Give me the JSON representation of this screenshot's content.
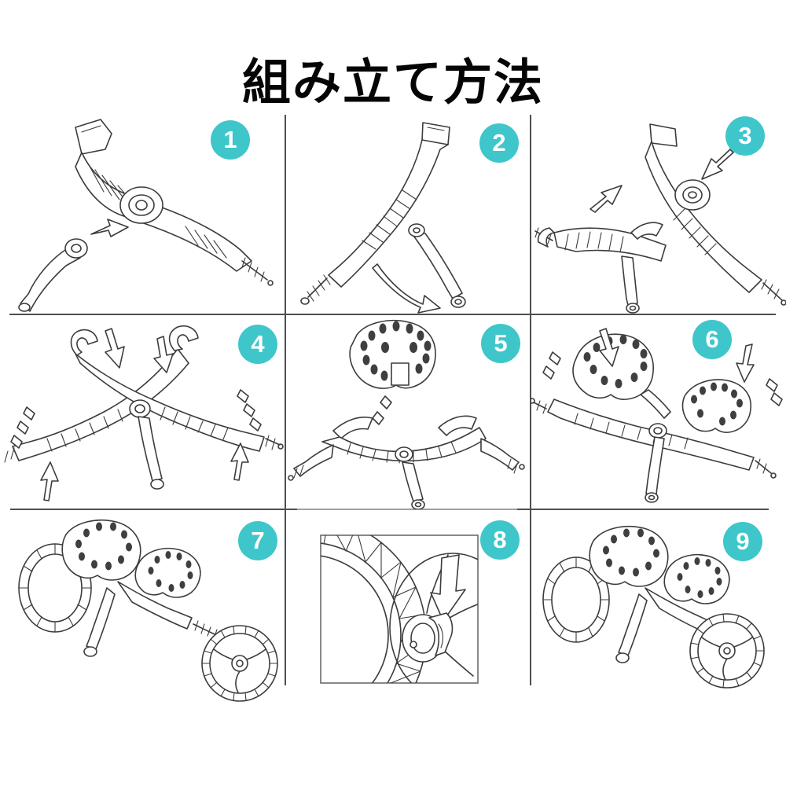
{
  "title": "組み立て方法",
  "colors": {
    "background": "#ffffff",
    "title_text": "#050505",
    "step_badge": "#3ec6cb",
    "step_badge_text": "#ffffff",
    "grid_line_dark": "#4f4f4f",
    "grid_line_light": "#a0a0a0",
    "line_art": "#3c3c3c"
  },
  "steps": [
    {
      "number": "1",
      "illustration": "frame-arm-and-leg-insert"
    },
    {
      "number": "2",
      "illustration": "frame-arm-kickstand-unfold"
    },
    {
      "number": "3",
      "illustration": "join-two-frame-arms"
    },
    {
      "number": "4",
      "illustration": "cross-frames-snap-together"
    },
    {
      "number": "5",
      "illustration": "attach-first-pad-to-cradle"
    },
    {
      "number": "6",
      "illustration": "both-pads-attached"
    },
    {
      "number": "7",
      "illustration": "slide-wheel-onto-axle"
    },
    {
      "number": "8",
      "illustration": "wheel-hub-clip-closeup"
    },
    {
      "number": "9",
      "illustration": "assembled-cart"
    }
  ]
}
